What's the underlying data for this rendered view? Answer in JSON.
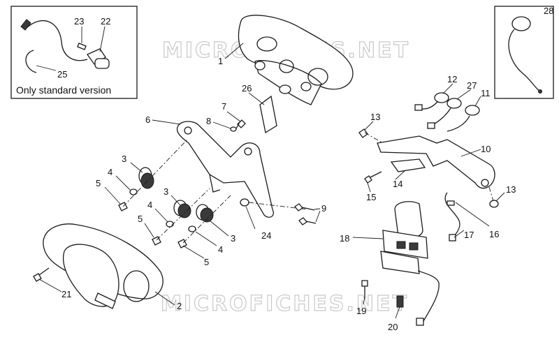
{
  "watermark": {
    "text": "MICROFICHES.NET"
  },
  "inset_note": "Only standard version",
  "callouts": {
    "c1": "1",
    "c2": "2",
    "c3a": "3",
    "c3b": "3",
    "c3c": "3",
    "c4a": "4",
    "c4b": "4",
    "c4c": "4",
    "c5a": "5",
    "c5b": "5",
    "c5c": "5",
    "c6": "6",
    "c7": "7",
    "c8": "8",
    "c9": "9",
    "c10": "10",
    "c11": "11",
    "c12": "12",
    "c13a": "13",
    "c13b": "13",
    "c14": "14",
    "c15": "15",
    "c16": "16",
    "c17": "17",
    "c18": "18",
    "c19": "19",
    "c20": "20",
    "c21": "21",
    "c22": "22",
    "c23": "23",
    "c24": "24",
    "c25": "25",
    "c26": "26",
    "c27": "27",
    "c28": "28"
  }
}
